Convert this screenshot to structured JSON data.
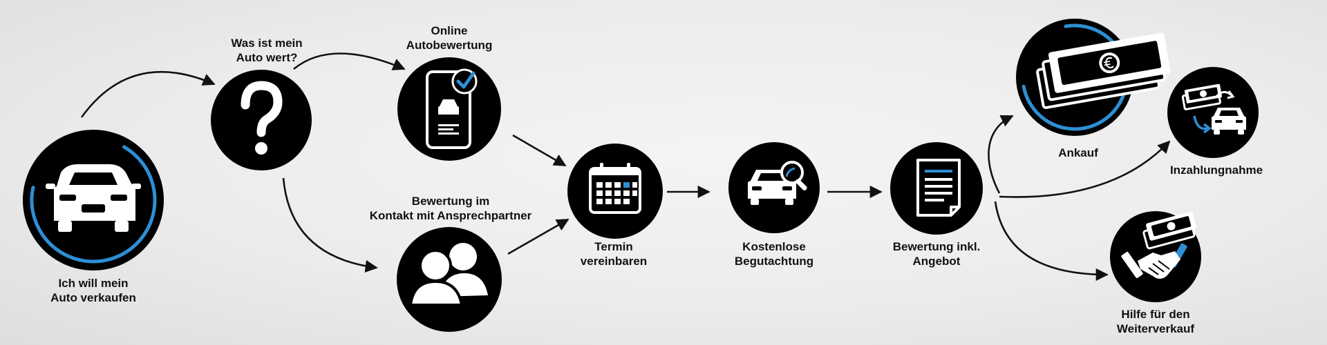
{
  "colors": {
    "node_fill": "#000000",
    "icon_fill": "#ffffff",
    "accent": "#2d8fd5",
    "arrow": "#111111",
    "text": "#111111"
  },
  "nodes": {
    "sell": {
      "icon": "car-front-icon",
      "lines": [
        "Ich will mein",
        "Auto verkaufen"
      ],
      "progress_arc": 0.7
    },
    "question": {
      "icon": "question-mark-icon",
      "lines": [
        "Was ist mein",
        "Auto wert?"
      ]
    },
    "online": {
      "icon": "smartphone-check-icon",
      "lines": [
        "Online",
        "Autobewertung"
      ]
    },
    "contact": {
      "icon": "people-icon",
      "lines": [
        "Bewertung im",
        "Kontakt mit Ansprechpartner"
      ]
    },
    "appointment": {
      "icon": "calendar-icon",
      "lines": [
        "Termin",
        "vereinbaren"
      ]
    },
    "inspection": {
      "icon": "car-magnifier-icon",
      "lines": [
        "Kostenlose",
        "Begutachtung"
      ]
    },
    "offer": {
      "icon": "document-icon",
      "lines": [
        "Bewertung inkl.",
        "Angebot"
      ]
    },
    "purchase": {
      "icon": "banknote-euro-icon",
      "lines": [
        "Ankauf"
      ],
      "progress_arc": 0.75
    },
    "tradein": {
      "icon": "money-car-exchange-icon",
      "lines": [
        "Inzahlungnahme"
      ]
    },
    "resale": {
      "icon": "handshake-money-icon",
      "lines": [
        "Hilfe für den",
        "Weiterverkauf"
      ]
    }
  }
}
